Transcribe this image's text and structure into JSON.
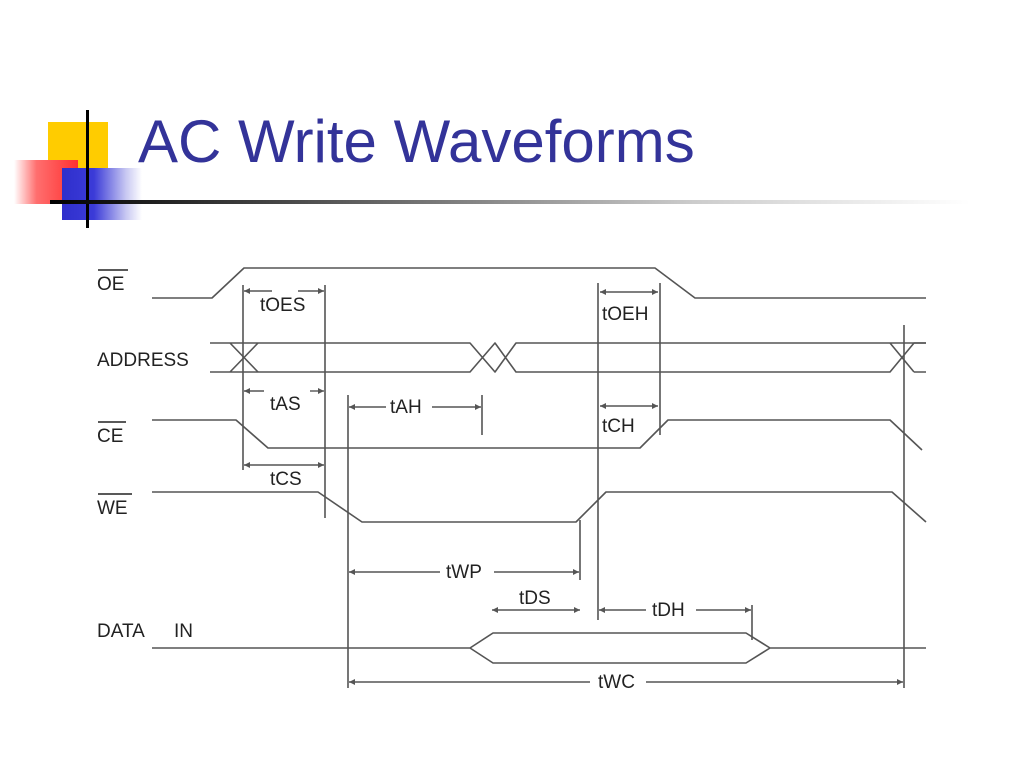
{
  "title": "AC Write Waveforms",
  "colors": {
    "title": "#333399",
    "waveform": "#555555",
    "text": "#222222",
    "logo_yellow": "#ffcc00",
    "logo_red": "#ff3030",
    "logo_blue": "#3333cc"
  },
  "signals": {
    "oe": "OE",
    "address": "ADDRESS",
    "ce": "CE",
    "we": "WE",
    "data_in_a": "DATA",
    "data_in_b": "IN"
  },
  "timing": {
    "toes": "tOES",
    "toeh": "tOEH",
    "tas": "tAS",
    "tah": "tAH",
    "tch": "tCH",
    "tcs": "tCS",
    "twp": "tWP",
    "tds": "tDS",
    "tdh": "tDH",
    "twc": "tWC"
  }
}
